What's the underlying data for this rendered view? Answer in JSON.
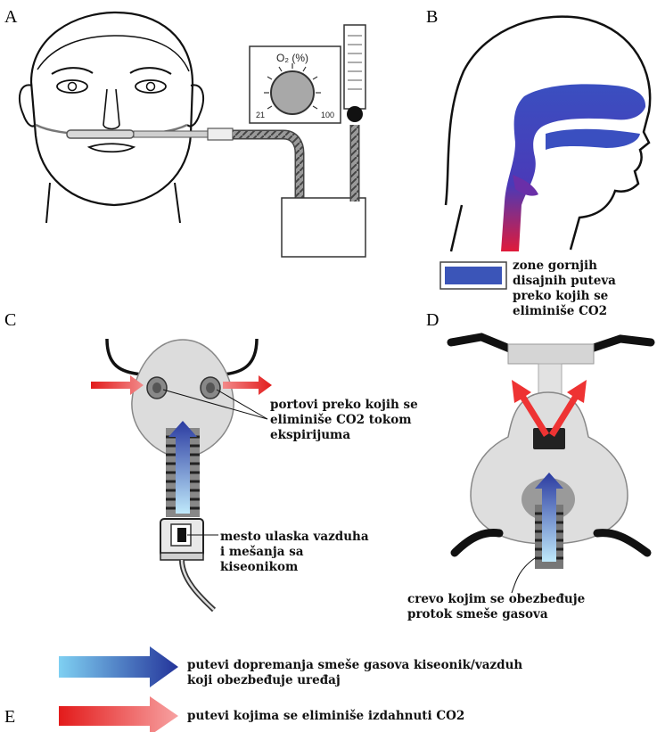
{
  "panels": {
    "a": "A",
    "b": "B",
    "c": "C",
    "d": "D",
    "e": "E"
  },
  "panel_a": {
    "gauge_title": "O₂ (%)",
    "gauge_min": "21",
    "gauge_max": "100"
  },
  "panel_b": {
    "legend_text": "zone gornjih\ndisajnih puteva\npreko kojih se\neliminiše CO2",
    "legend_color": "#3b55b8"
  },
  "panel_c": {
    "ports_label": "portovi preko kojih se\neliminiše CO2 tokom\nekspirijuma",
    "inlet_label": "mesto ulaska vazduha\ni mešanja sa\nkiseonikom"
  },
  "panel_d": {
    "tube_label": "crevo kojim se obezbeđuje\nprotok smeše gasova"
  },
  "legend_e": {
    "blue_label": "putevi dopremanja smeše gasova kiseonik/vazduh\nkoji obezbeđuje uređaj",
    "red_label": "putevi kojima se eliminiše izdahnuti CO2",
    "blue_color": "#2c3f9e",
    "red_color": "#e52222"
  }
}
